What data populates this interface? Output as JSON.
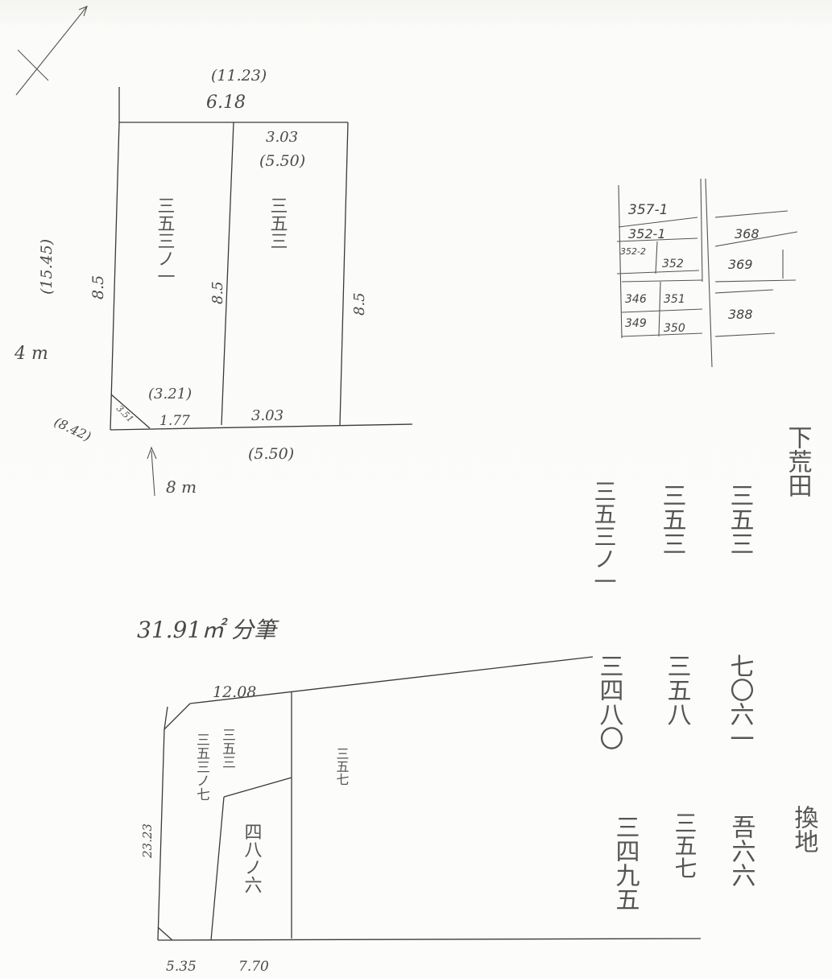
{
  "upper_plan": {
    "top_total": "(11.23)",
    "top_width": "6.18",
    "right_top_width": "3.03",
    "right_top_width_alt": "(5.50)",
    "left_lot_label": "三五三ノ一",
    "right_lot_label": "三五三",
    "left_depth_alt": "(15.45)",
    "left_depth": "8.5",
    "middle_depth": "8.5",
    "right_depth": "8.5",
    "side_road": "4 m",
    "bottom_left_alt": "(3.21)",
    "bottom_left_width": "1.77",
    "bottom_right_width": "3.03",
    "bottom_right_alt": "(5.50)",
    "corner_cut": "3.51",
    "corner_alt": "(8.42)",
    "front_road": "8 m",
    "area_note": "31.91㎡ 分筆"
  },
  "index_map": {
    "cells": [
      "357-1",
      "352-1",
      "352-2",
      "352",
      "346",
      "351",
      "349",
      "350"
    ],
    "right_cells": [
      "368",
      "369",
      "388"
    ]
  },
  "right_labels": {
    "shimoara_label": "下荒田",
    "column1": [
      "三五三",
      "三五三",
      "三五三ノ一"
    ],
    "column2": [
      "七〇六一",
      "三五八",
      "三四八〇"
    ],
    "column3": [
      "吾六六",
      "三五七",
      "三四九五"
    ],
    "kanchi_label": "換地"
  },
  "lower_plan": {
    "top_width": "12.08",
    "left_depth": "23.23",
    "lot_a": "三五三ノ七",
    "lot_b": "三五三",
    "lot_c": "四八ノ六",
    "lot_d": "三五七",
    "bottom_left": "5.35",
    "bottom_right": "7.70"
  }
}
